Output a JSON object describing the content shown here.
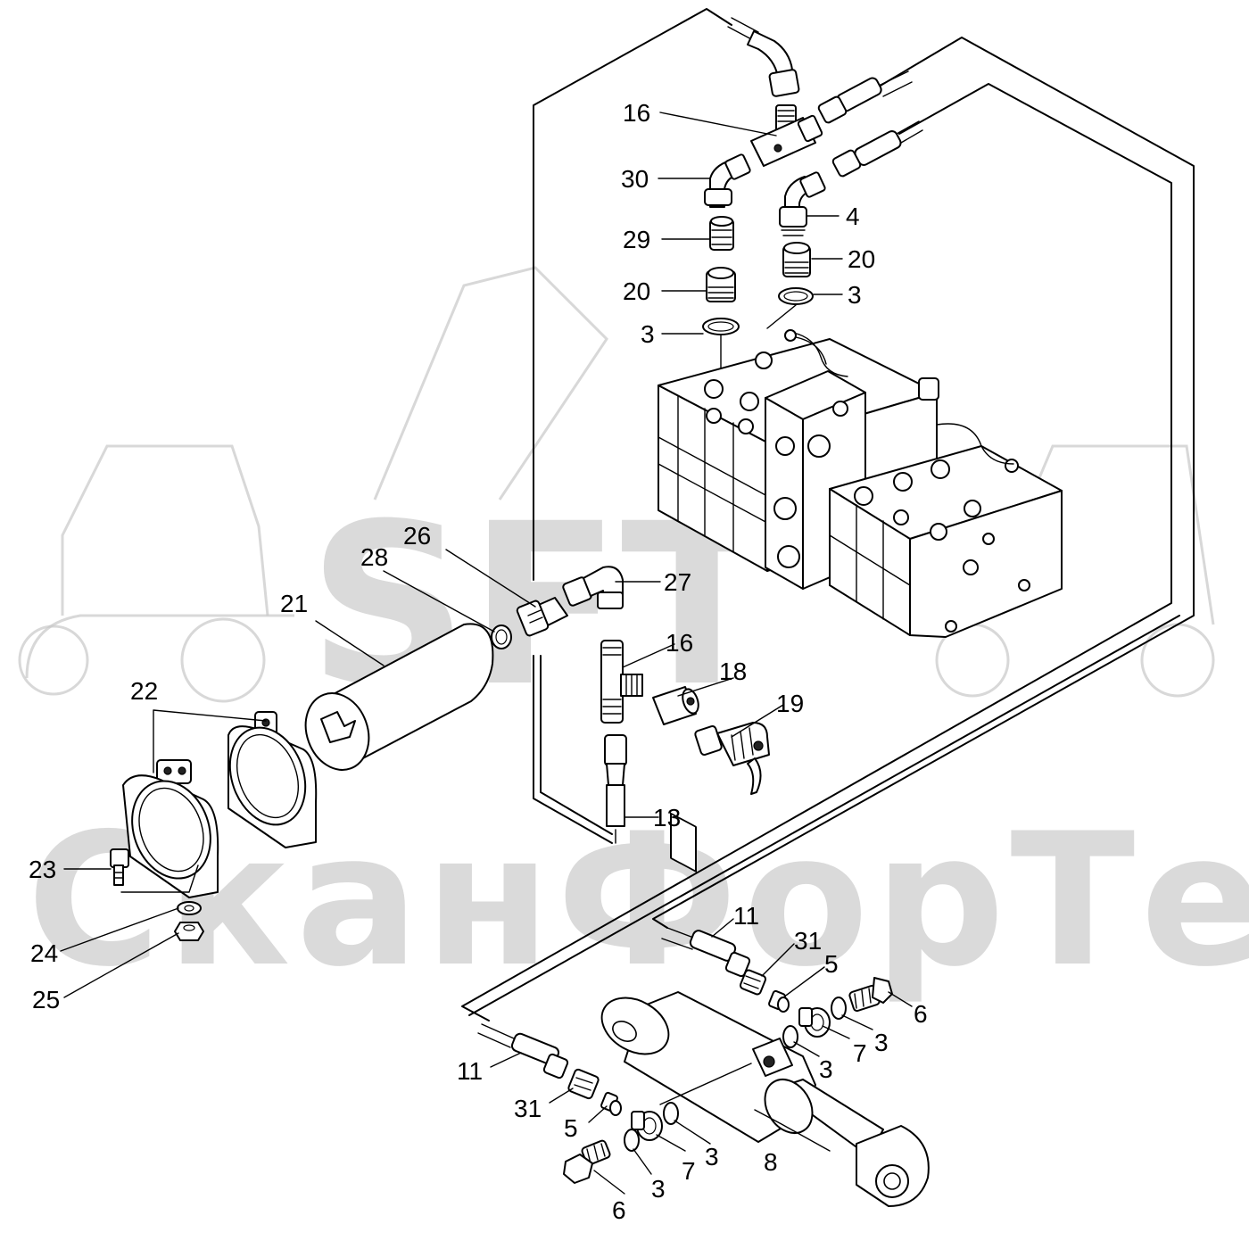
{
  "watermark": {
    "logo_text": "SFT",
    "company_text": "СканФорТек"
  },
  "part_labels": [
    {
      "id": "l16a",
      "text": "16"
    },
    {
      "id": "l30",
      "text": "30"
    },
    {
      "id": "l4",
      "text": "4"
    },
    {
      "id": "l29",
      "text": "29"
    },
    {
      "id": "l20a",
      "text": "20"
    },
    {
      "id": "l20b",
      "text": "20"
    },
    {
      "id": "l3a",
      "text": "3"
    },
    {
      "id": "l3b",
      "text": "3"
    },
    {
      "id": "l26",
      "text": "26"
    },
    {
      "id": "l28",
      "text": "28"
    },
    {
      "id": "l27",
      "text": "27"
    },
    {
      "id": "l21",
      "text": "21"
    },
    {
      "id": "l16b",
      "text": "16"
    },
    {
      "id": "l18",
      "text": "18"
    },
    {
      "id": "l19",
      "text": "19"
    },
    {
      "id": "l22",
      "text": "22"
    },
    {
      "id": "l13",
      "text": "13"
    },
    {
      "id": "l23",
      "text": "23"
    },
    {
      "id": "l24",
      "text": "24"
    },
    {
      "id": "l25",
      "text": "25"
    },
    {
      "id": "l11a",
      "text": "11"
    },
    {
      "id": "l31a",
      "text": "31"
    },
    {
      "id": "l5a",
      "text": "5"
    },
    {
      "id": "l6a",
      "text": "6"
    },
    {
      "id": "l7a",
      "text": "7"
    },
    {
      "id": "l3c",
      "text": "3"
    },
    {
      "id": "l3d",
      "text": "3"
    },
    {
      "id": "l11b",
      "text": "11"
    },
    {
      "id": "l31b",
      "text": "31"
    },
    {
      "id": "l5b",
      "text": "5"
    },
    {
      "id": "l7b",
      "text": "7"
    },
    {
      "id": "l3e",
      "text": "3"
    },
    {
      "id": "l3f",
      "text": "3"
    },
    {
      "id": "l6b",
      "text": "6"
    },
    {
      "id": "l8",
      "text": "8"
    }
  ]
}
